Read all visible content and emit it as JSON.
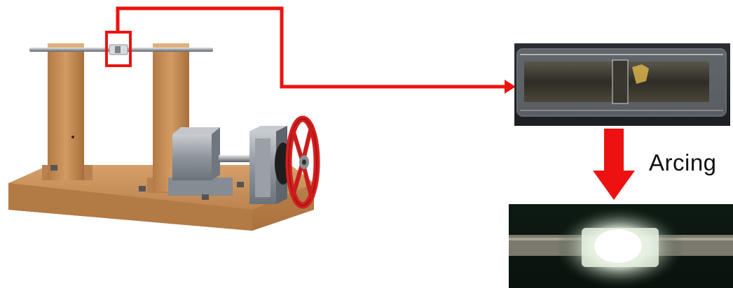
{
  "labels": {
    "arcing": "Arcing"
  },
  "colors": {
    "connector": "#ee1111",
    "wood": "#c8935a",
    "metal": "#9aa0a6",
    "handwheel": "#d61f1f"
  },
  "icons": {
    "apparatus": "wood-frame-rod-apparatus-illustration",
    "sample_photo": "sample-in-glass-tube-photo",
    "arc_photo": "glowing-arc-photo",
    "arrow": "down-arrow"
  }
}
